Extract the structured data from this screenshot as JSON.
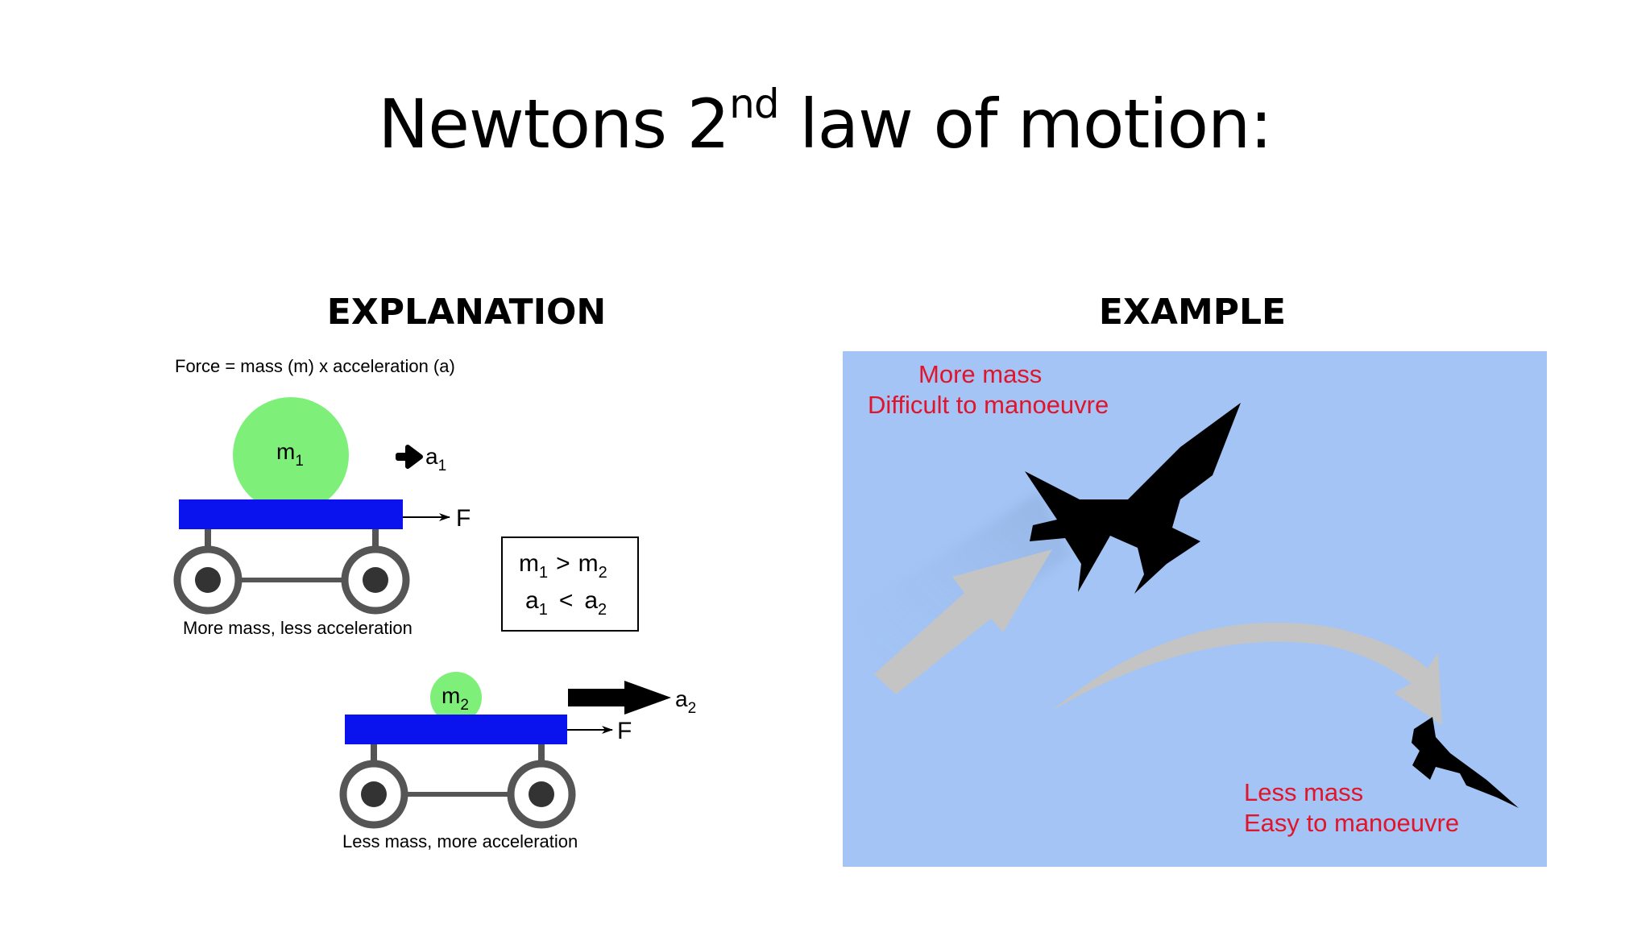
{
  "title": {
    "pre": "Newtons 2",
    "sup": "nd",
    "post": " law of motion:"
  },
  "sections": {
    "explanation": "EXPLANATION",
    "example": "EXAMPLE"
  },
  "diagram": {
    "formula": "Force = mass (m) x acceleration (a)",
    "cart_top": {
      "mass_letter": "m",
      "mass_sub": "1",
      "accel_letter": "a",
      "accel_sub": "1",
      "force_label": "F",
      "caption": "More mass, less acceleration"
    },
    "cart_bottom": {
      "mass_letter": "m",
      "mass_sub": "2",
      "accel_letter": "a",
      "accel_sub": "2",
      "force_label": "F",
      "caption": "Less mass, more acceleration"
    },
    "relation": {
      "line1": {
        "m1": "m",
        "s1": "1",
        "op": ">",
        "m2": "m",
        "s2": "2"
      },
      "line2": {
        "a1": "a",
        "s1": "1",
        "op": "<",
        "a2": "a",
        "s2": "2"
      }
    },
    "colors": {
      "mass": "#7ef07a",
      "cart": "#0a12ee",
      "wheel": "#555555"
    }
  },
  "example": {
    "top_text": [
      "More mass",
      "Difficult to manoeuvre"
    ],
    "bottom_text": [
      "Less mass",
      "Easy to manoeuvre"
    ],
    "colors": {
      "background": "#a3c4f5",
      "text": "#e0152b",
      "arrow": "#c4c4c4",
      "plane": "#000000"
    }
  }
}
